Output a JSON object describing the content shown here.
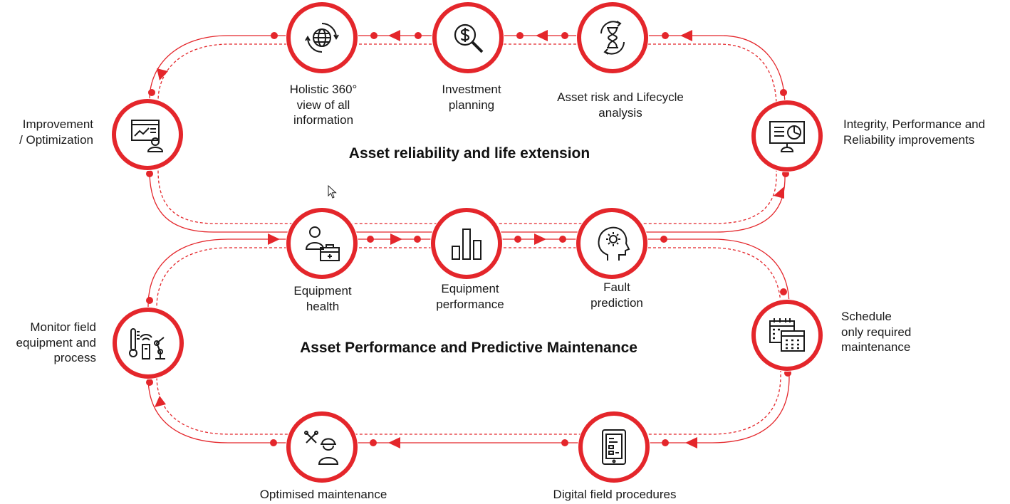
{
  "diagram": {
    "accent_color": "#e4262b",
    "title_top": "Asset reliability and life extension",
    "title_bottom": "Asset Performance and Predictive Maintenance",
    "nodes": {
      "holistic": {
        "icon": "globe-arrows-icon",
        "label_lines": [
          "Holistic 360°",
          "view of all",
          "information"
        ]
      },
      "investment": {
        "icon": "dollar-magnifier-icon",
        "label_lines": [
          "Investment",
          "planning"
        ]
      },
      "asset_risk": {
        "icon": "hourglass-cycle-icon",
        "label_lines": [
          "Asset risk and Lifecycle",
          "analysis"
        ]
      },
      "improvement": {
        "icon": "dashboard-user-icon",
        "label_lines": [
          "Improvement",
          "/ Optimization"
        ]
      },
      "integrity": {
        "icon": "monitor-chart-icon",
        "label_lines": [
          "Integrity, Performance and",
          "Reliability improvements"
        ]
      },
      "equipment_health": {
        "icon": "technician-toolbox-icon",
        "label_lines": [
          "Equipment",
          "health"
        ]
      },
      "equipment_performance": {
        "icon": "bar-chart-icon",
        "label_lines": [
          "Equipment",
          "performance"
        ]
      },
      "fault_prediction": {
        "icon": "head-gear-icon",
        "label_lines": [
          "Fault",
          "prediction"
        ]
      },
      "monitor_field": {
        "icon": "sensors-robot-icon",
        "label_lines": [
          "Monitor field",
          "equipment and",
          "process"
        ]
      },
      "schedule": {
        "icon": "calendar-icon",
        "label_lines": [
          "Schedule",
          "only required",
          "maintenance"
        ]
      },
      "optimised": {
        "icon": "worker-tools-icon",
        "label_lines": [
          "Optimised maintenance"
        ]
      },
      "digital_field": {
        "icon": "tablet-checklist-icon",
        "label_lines": [
          "Digital field procedures"
        ]
      }
    }
  }
}
